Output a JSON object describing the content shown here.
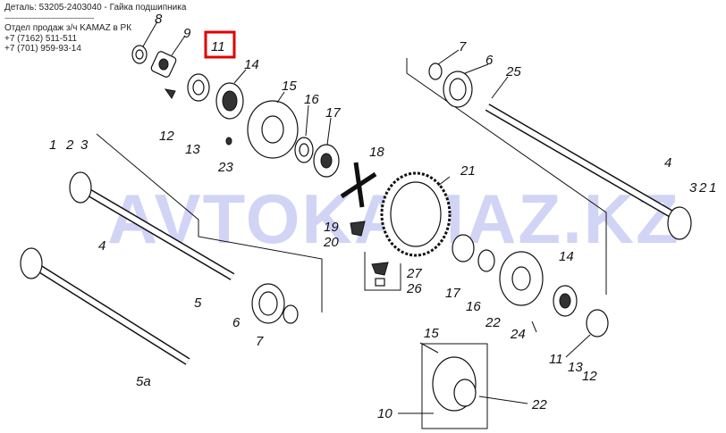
{
  "header": {
    "detail": "Деталь: 53205-2403040 - Гайка подшипника",
    "separator": "----------------------------------------",
    "dept": "Отдел продаж з/ч KAMAZ в РК",
    "phone1": "+7 (7162) 511-511",
    "phone2": "+7 (701) 959-93-14"
  },
  "watermark": "AVTOKAMAZ.KZ",
  "highlight_color": "#e00000",
  "labels": {
    "l8": "8",
    "l9": "9",
    "l11": "11",
    "l14a": "14",
    "l15a": "15",
    "l16a": "16",
    "l17a": "17",
    "l12a": "12",
    "l13a": "13",
    "l23": "23",
    "l18": "18",
    "l19": "19",
    "l20": "20",
    "l21a": "21",
    "l27": "27",
    "l26": "26",
    "l1": "1",
    "l2": "2",
    "l3": "3",
    "l4a": "4",
    "l5": "5",
    "l5a": "5a",
    "l6a": "6",
    "l7a": "7",
    "l7b": "7",
    "l6b": "6",
    "l25": "25",
    "l4b": "4",
    "l3b": "3",
    "l2b": "2",
    "l1b": "1",
    "l17b": "17",
    "l16b": "16",
    "l22a": "22",
    "l14b": "14",
    "l24": "24",
    "l11b": "11",
    "l13b": "13",
    "l12b": "12",
    "l15b": "15",
    "l10": "10",
    "l22b": "22"
  }
}
